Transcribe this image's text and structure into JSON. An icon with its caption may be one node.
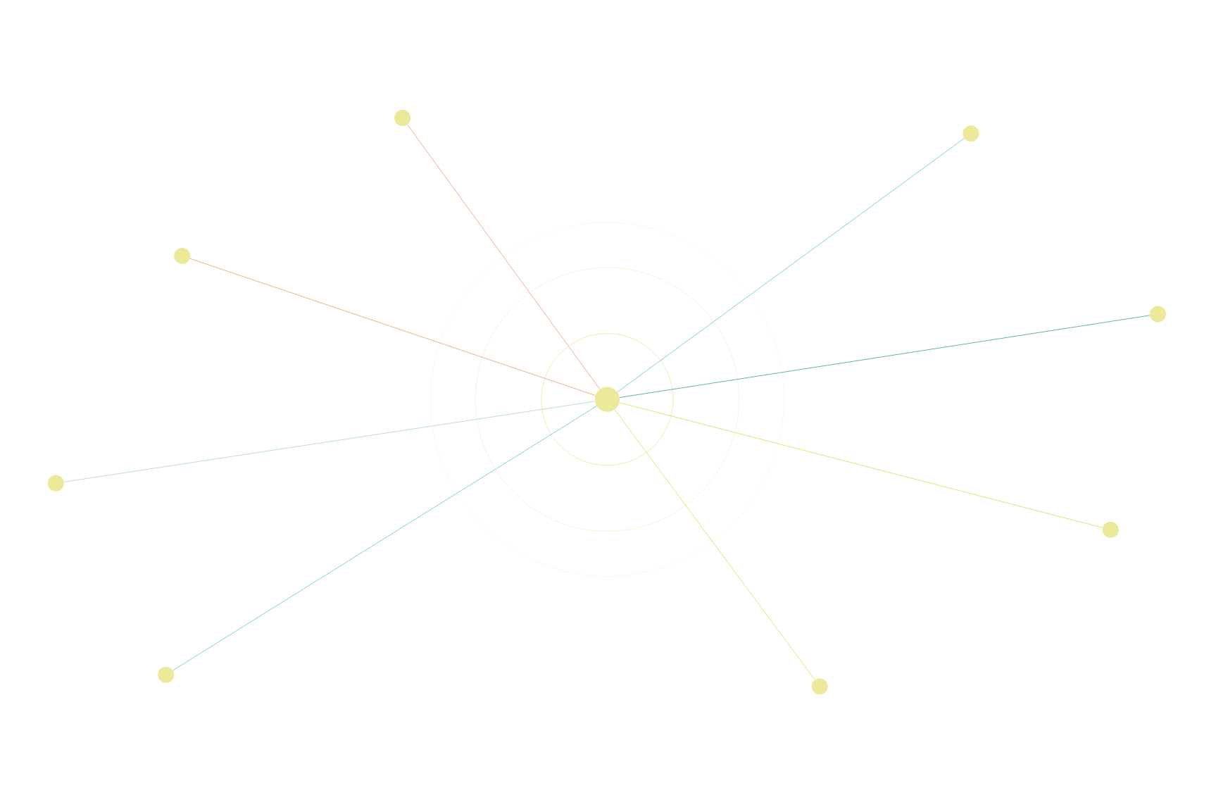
{
  "diagram": {
    "nodes": [
      {
        "text": [],
        "shape": "circle"
      },
      {
        "text": [],
        "shape": "circle"
      },
      {
        "text": [],
        "shape": "circle"
      },
      {
        "text": [],
        "shape": "circle"
      },
      {
        "text": [],
        "shape": "circle"
      },
      {
        "text": [],
        "shape": "circle"
      },
      {
        "text": [],
        "shape": "circle"
      },
      {
        "text": [],
        "shape": "circle"
      },
      {
        "text": [],
        "shape": "circle"
      }
    ],
    "edges": [
      {
        "from": 4,
        "to": 0,
        "arrow": "none",
        "color": "#f08a5d"
      },
      {
        "from": 4,
        "to": 1,
        "arrow": "none",
        "color": "#4fbdb8"
      },
      {
        "from": 4,
        "to": 2,
        "arrow": "none",
        "color": "#f08a5d"
      },
      {
        "from": 4,
        "to": 3,
        "arrow": "none",
        "color": "#2a8c8c"
      },
      {
        "from": 4,
        "to": 5,
        "arrow": "none",
        "color": "#9ccfcf"
      },
      {
        "from": 4,
        "to": 6,
        "arrow": "none",
        "color": "#d9d53a"
      },
      {
        "from": 4,
        "to": 7,
        "arrow": "none",
        "color": "#4fbdb8"
      },
      {
        "from": 4,
        "to": 8,
        "arrow": "none",
        "color": "#d9d53a"
      }
    ]
  }
}
